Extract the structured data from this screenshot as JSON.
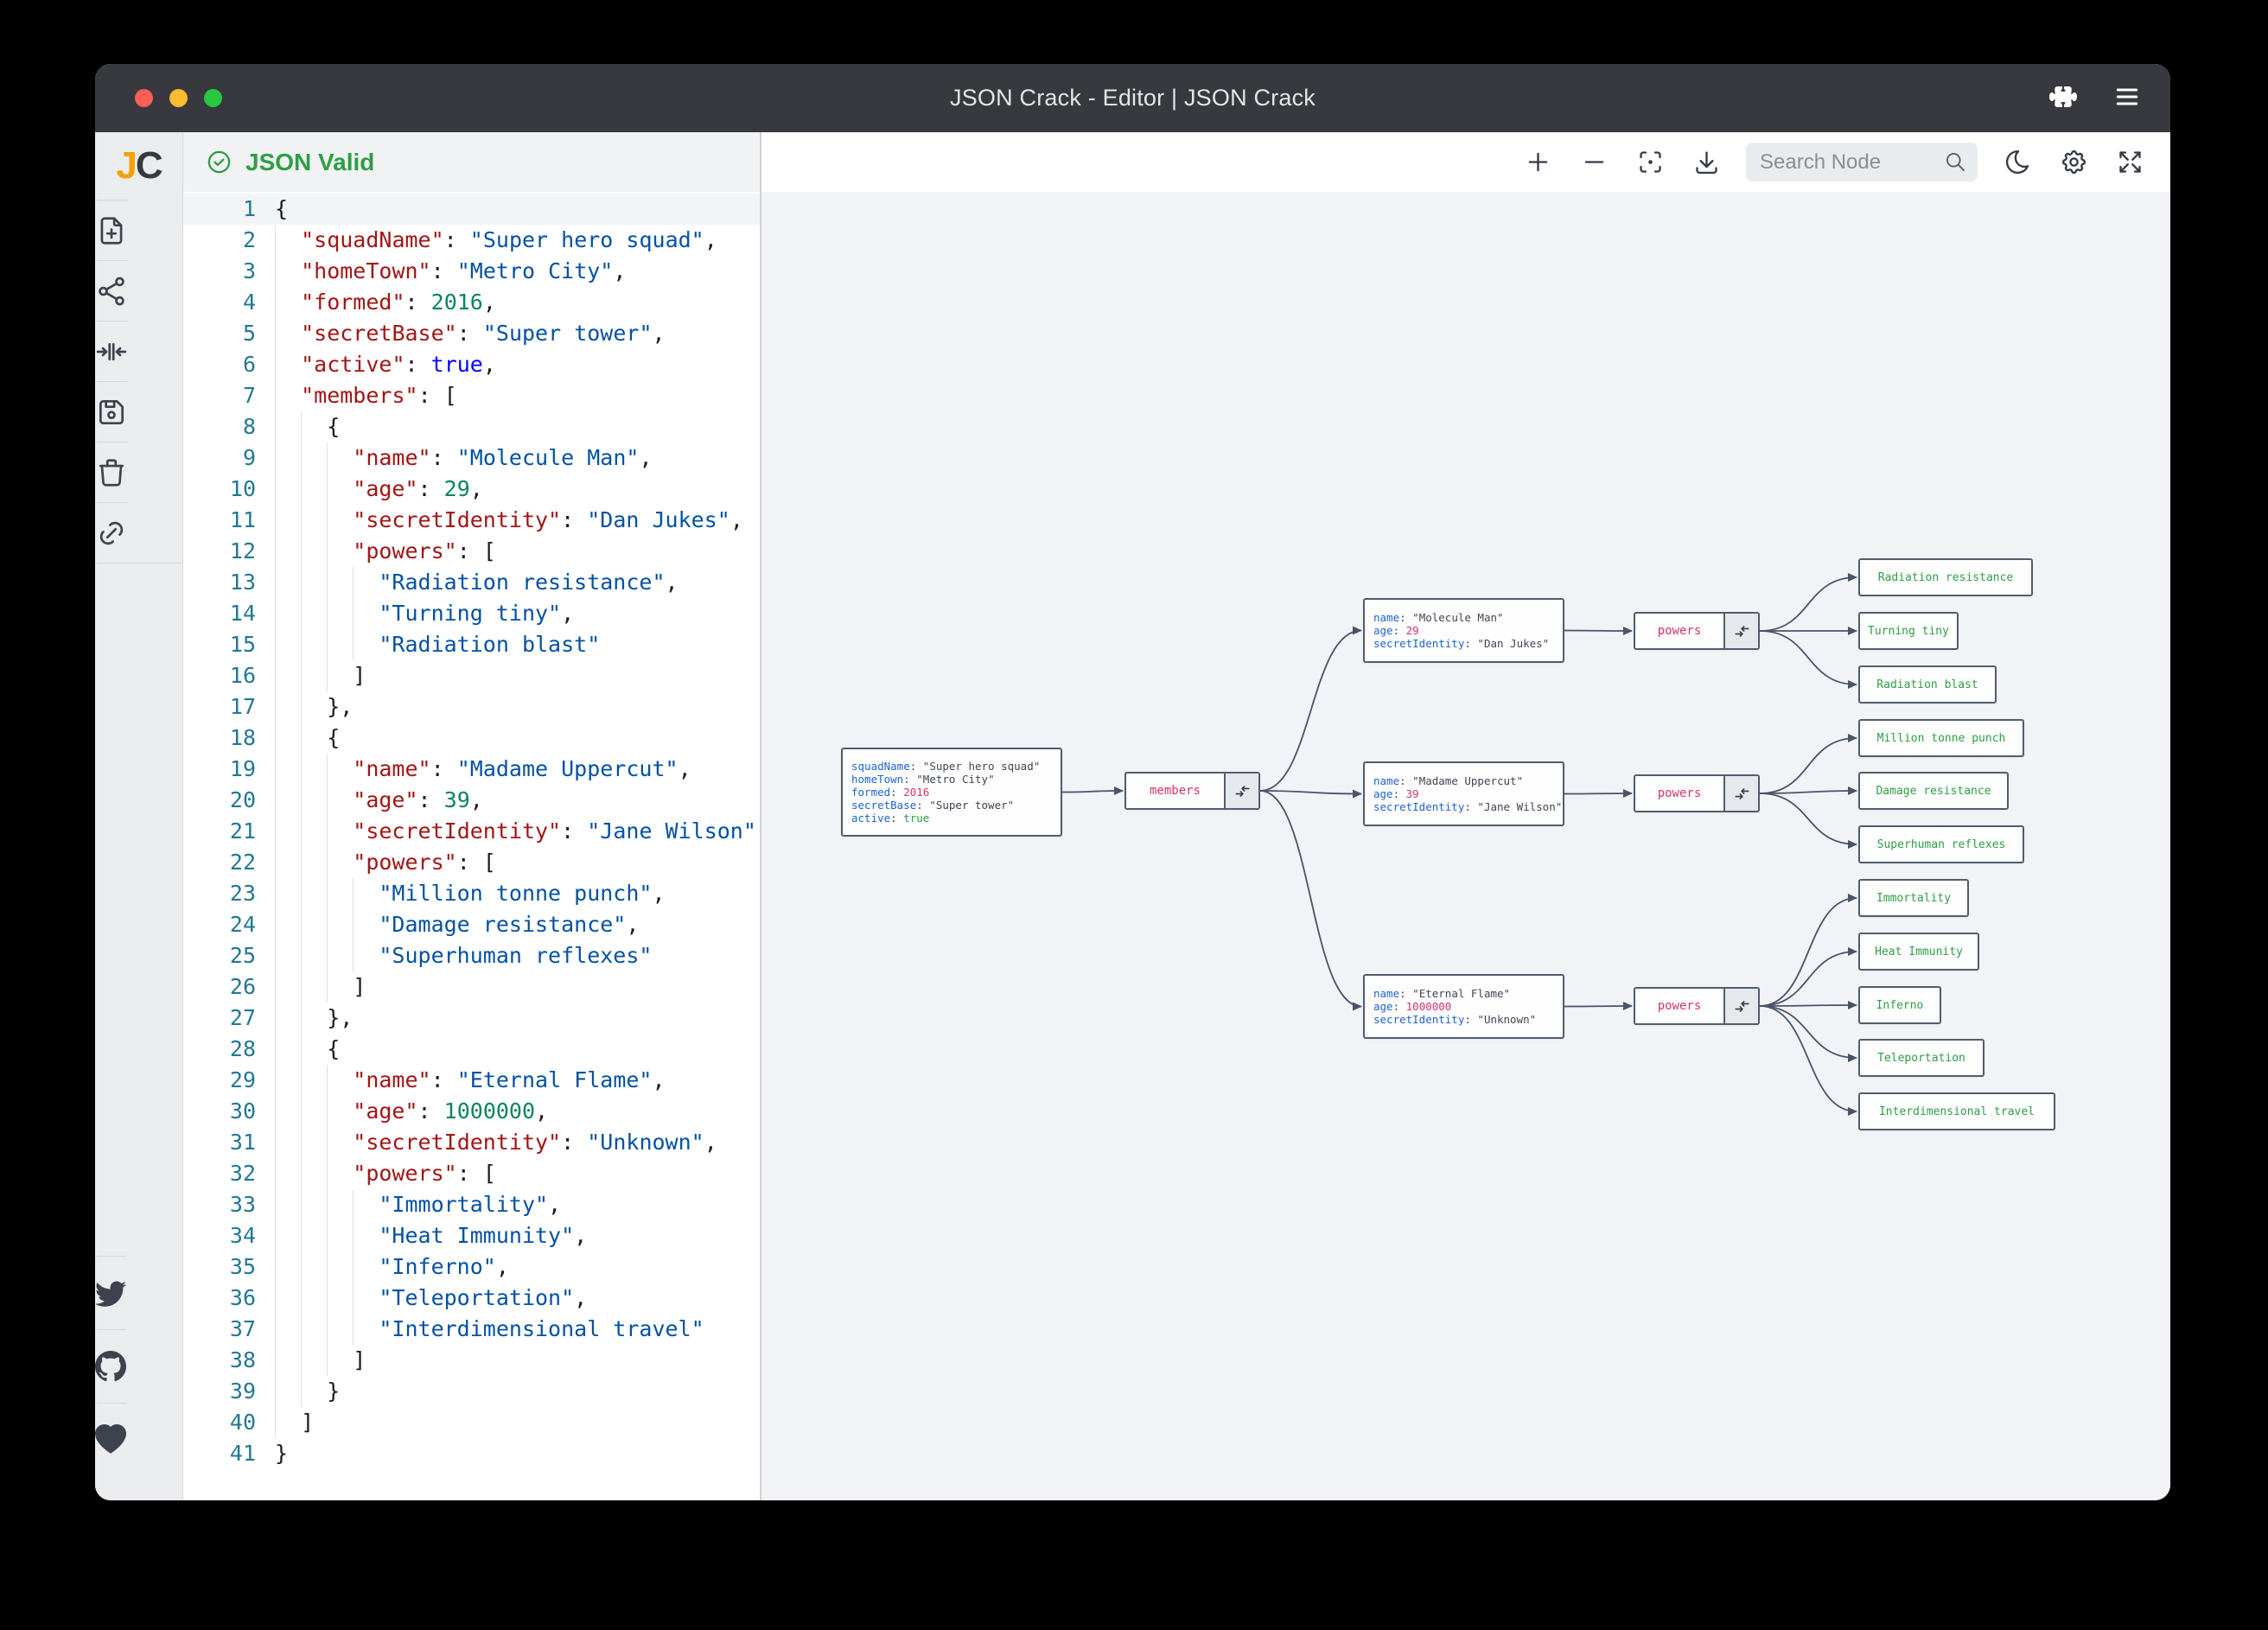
{
  "window": {
    "title": "JSON Crack - Editor | JSON Crack",
    "traffic_lights": [
      "close",
      "minimize",
      "zoom"
    ],
    "titlebar_icons": [
      "extensions-puzzle-icon",
      "menu-icon"
    ]
  },
  "sidebar": {
    "logo_j": "J",
    "logo_c": "C",
    "tools": [
      {
        "name": "new-document-icon"
      },
      {
        "name": "graph-view-icon"
      },
      {
        "name": "center-view-icon"
      },
      {
        "name": "save-icon"
      },
      {
        "name": "delete-icon"
      },
      {
        "name": "share-link-icon"
      }
    ],
    "social": [
      {
        "name": "twitter-icon"
      },
      {
        "name": "github-icon"
      },
      {
        "name": "sponsor-heart-icon"
      }
    ]
  },
  "editor_header": {
    "status": "JSON Valid",
    "status_color": "#2f9e44",
    "icon": "check-circle-icon"
  },
  "graph_toolbar": {
    "left_buttons": [
      {
        "name": "zoom-in-icon"
      },
      {
        "name": "zoom-out-icon"
      },
      {
        "name": "focus-icon"
      },
      {
        "name": "download-icon"
      }
    ],
    "search": {
      "placeholder": "Search Node",
      "value": "",
      "icon": "search-icon"
    },
    "right_buttons": [
      {
        "name": "dark-mode-moon-icon"
      },
      {
        "name": "settings-gear-icon"
      },
      {
        "name": "fullscreen-icon"
      }
    ]
  },
  "editor": {
    "line_count": 41,
    "active_line": 1,
    "content": "{\n  \"squadName\": \"Super hero squad\",\n  \"homeTown\": \"Metro City\",\n  \"formed\": 2016,\n  \"secretBase\": \"Super tower\",\n  \"active\": true,\n  \"members\": [\n    {\n      \"name\": \"Molecule Man\",\n      \"age\": 29,\n      \"secretIdentity\": \"Dan Jukes\",\n      \"powers\": [\n        \"Radiation resistance\",\n        \"Turning tiny\",\n        \"Radiation blast\"\n      ]\n    },\n    {\n      \"name\": \"Madame Uppercut\",\n      \"age\": 39,\n      \"secretIdentity\": \"Jane Wilson\",\n      \"powers\": [\n        \"Million tonne punch\",\n        \"Damage resistance\",\n        \"Superhuman reflexes\"\n      ]\n    },\n    {\n      \"name\": \"Eternal Flame\",\n      \"age\": 1000000,\n      \"secretIdentity\": \"Unknown\",\n      \"powers\": [\n        \"Immortality\",\n        \"Heat Immunity\",\n        \"Inferno\",\n        \"Teleportation\",\n        \"Interdimensional travel\"\n      ]\n    }\n  ]\n}"
  },
  "graph": {
    "colors": {
      "key": "#1c64d2",
      "array_key": "#d6336c",
      "number": "#d6336c",
      "boolean": "#2f9e44",
      "leaf_value": "#2f9e44",
      "edge": "#49536a",
      "node_border": "#525c6f"
    },
    "nodes": [
      {
        "id": "root",
        "kind": "object",
        "rows": [
          {
            "key": "squadName",
            "value": "\"Super hero squad\"",
            "type": "string"
          },
          {
            "key": "homeTown",
            "value": "\"Metro City\"",
            "type": "string"
          },
          {
            "key": "formed",
            "value": "2016",
            "type": "number"
          },
          {
            "key": "secretBase",
            "value": "\"Super tower\"",
            "type": "string"
          },
          {
            "key": "active",
            "value": "true",
            "type": "boolean"
          }
        ]
      },
      {
        "id": "members",
        "kind": "key",
        "label": "members"
      },
      {
        "id": "m1",
        "kind": "object",
        "rows": [
          {
            "key": "name",
            "value": "\"Molecule Man\"",
            "type": "string"
          },
          {
            "key": "age",
            "value": "29",
            "type": "number"
          },
          {
            "key": "secretIdentity",
            "value": "\"Dan Jukes\"",
            "type": "string"
          }
        ]
      },
      {
        "id": "m2",
        "kind": "object",
        "rows": [
          {
            "key": "name",
            "value": "\"Madame Uppercut\"",
            "type": "string"
          },
          {
            "key": "age",
            "value": "39",
            "type": "number"
          },
          {
            "key": "secretIdentity",
            "value": "\"Jane Wilson\"",
            "type": "string"
          }
        ]
      },
      {
        "id": "m3",
        "kind": "object",
        "rows": [
          {
            "key": "name",
            "value": "\"Eternal Flame\"",
            "type": "string"
          },
          {
            "key": "age",
            "value": "1000000",
            "type": "number"
          },
          {
            "key": "secretIdentity",
            "value": "\"Unknown\"",
            "type": "string"
          }
        ]
      },
      {
        "id": "p1",
        "kind": "key",
        "label": "powers"
      },
      {
        "id": "p2",
        "kind": "key",
        "label": "powers"
      },
      {
        "id": "p3",
        "kind": "key",
        "label": "powers"
      },
      {
        "id": "l1a",
        "kind": "value",
        "label": "Radiation resistance"
      },
      {
        "id": "l1b",
        "kind": "value",
        "label": "Turning tiny"
      },
      {
        "id": "l1c",
        "kind": "value",
        "label": "Radiation blast"
      },
      {
        "id": "l2a",
        "kind": "value",
        "label": "Million tonne punch"
      },
      {
        "id": "l2b",
        "kind": "value",
        "label": "Damage resistance"
      },
      {
        "id": "l2c",
        "kind": "value",
        "label": "Superhuman reflexes"
      },
      {
        "id": "l3a",
        "kind": "value",
        "label": "Immortality"
      },
      {
        "id": "l3b",
        "kind": "value",
        "label": "Heat Immunity"
      },
      {
        "id": "l3c",
        "kind": "value",
        "label": "Inferno"
      },
      {
        "id": "l3d",
        "kind": "value",
        "label": "Teleportation"
      },
      {
        "id": "l3e",
        "kind": "value",
        "label": "Interdimensional travel"
      }
    ],
    "edges": [
      [
        "root",
        "members"
      ],
      [
        "members",
        "m1"
      ],
      [
        "members",
        "m2"
      ],
      [
        "members",
        "m3"
      ],
      [
        "m1",
        "p1"
      ],
      [
        "m2",
        "p2"
      ],
      [
        "m3",
        "p3"
      ],
      [
        "p1",
        "l1a"
      ],
      [
        "p1",
        "l1b"
      ],
      [
        "p1",
        "l1c"
      ],
      [
        "p2",
        "l2a"
      ],
      [
        "p2",
        "l2b"
      ],
      [
        "p2",
        "l2c"
      ],
      [
        "p3",
        "l3a"
      ],
      [
        "p3",
        "l3b"
      ],
      [
        "p3",
        "l3c"
      ],
      [
        "p3",
        "l3d"
      ],
      [
        "p3",
        "l3e"
      ]
    ]
  }
}
